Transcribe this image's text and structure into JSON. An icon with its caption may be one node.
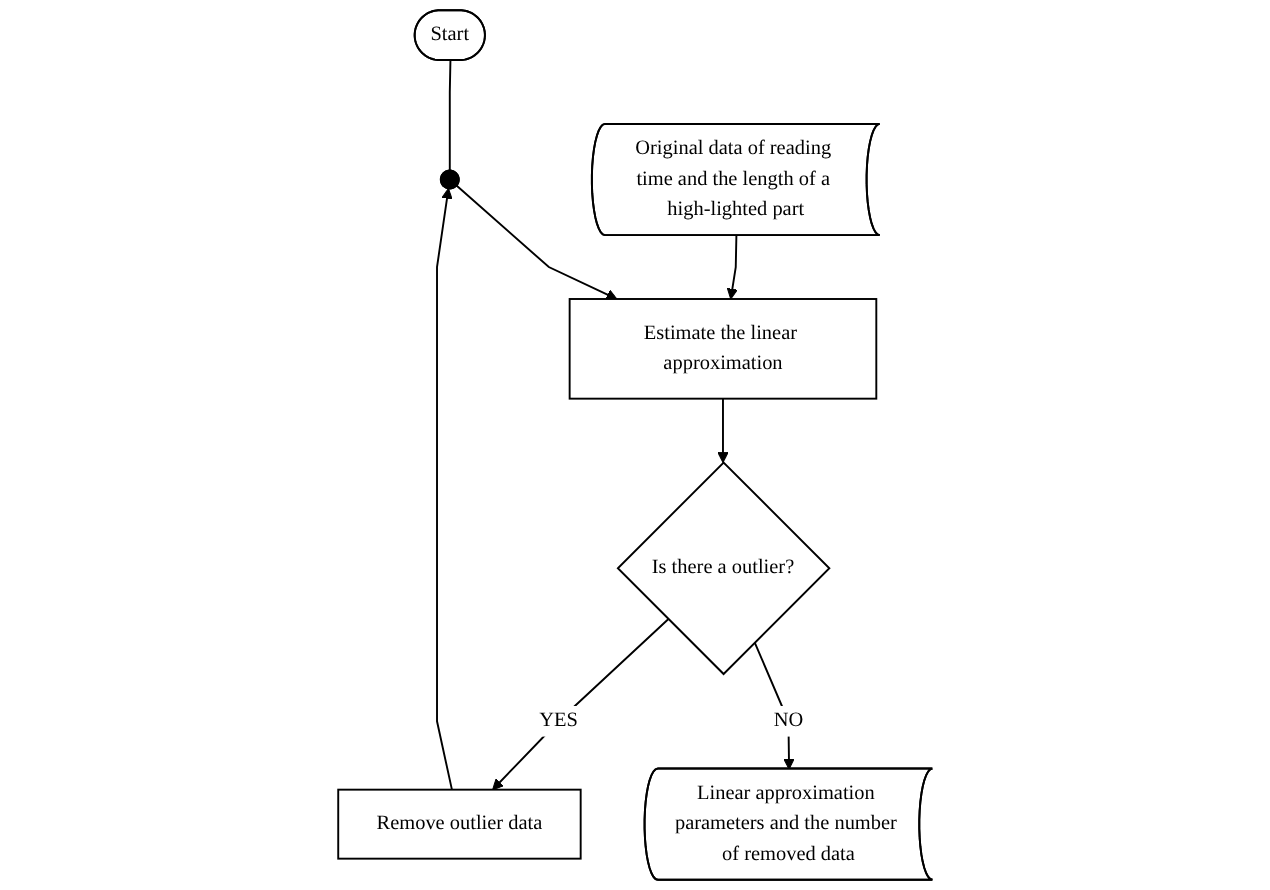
{
  "diagram": {
    "nodes": [
      {
        "text": [
          "Start"
        ]
      },
      {
        "text": [],
        "shape": "circle"
      },
      {
        "text": [
          "Estimate the linear approximation"
        ]
      },
      {
        "text": [
          "Original data of reading time and the length of a high-lighted part"
        ]
      },
      {
        "text": [
          "Is there a outlier?"
        ]
      },
      {
        "text": [
          "Linear approximation parameters and the number of removed data"
        ]
      },
      {
        "text": [
          "Remove outlier data"
        ]
      }
    ],
    "edges": [
      {
        "from": 0,
        "to": 1,
        "arrow": "none"
      },
      {
        "from": 1,
        "to": 2,
        "arrow": "to"
      },
      {
        "from": 3,
        "to": 2,
        "arrow": "to"
      },
      {
        "from": 2,
        "to": 4,
        "arrow": "to"
      },
      {
        "from": 4,
        "to": 5,
        "arrow": "to",
        "label": "NO"
      },
      {
        "from": 4,
        "to": 6,
        "arrow": "to",
        "label": "YES"
      },
      {
        "from": 6,
        "to": 1,
        "arrow": "to"
      }
    ]
  }
}
